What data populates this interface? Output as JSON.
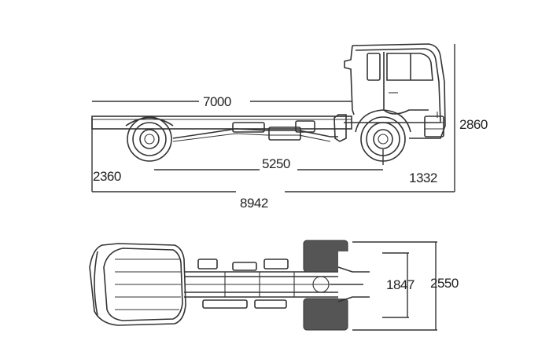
{
  "side_view": {
    "cab_to_end_length": "7000",
    "wheelbase": "5250",
    "rear_overhang": "2360",
    "front_overhang": "1332",
    "overall_length": "8942",
    "cab_height": "2860"
  },
  "top_view": {
    "track_width": "1847",
    "overall_width": "2550"
  }
}
